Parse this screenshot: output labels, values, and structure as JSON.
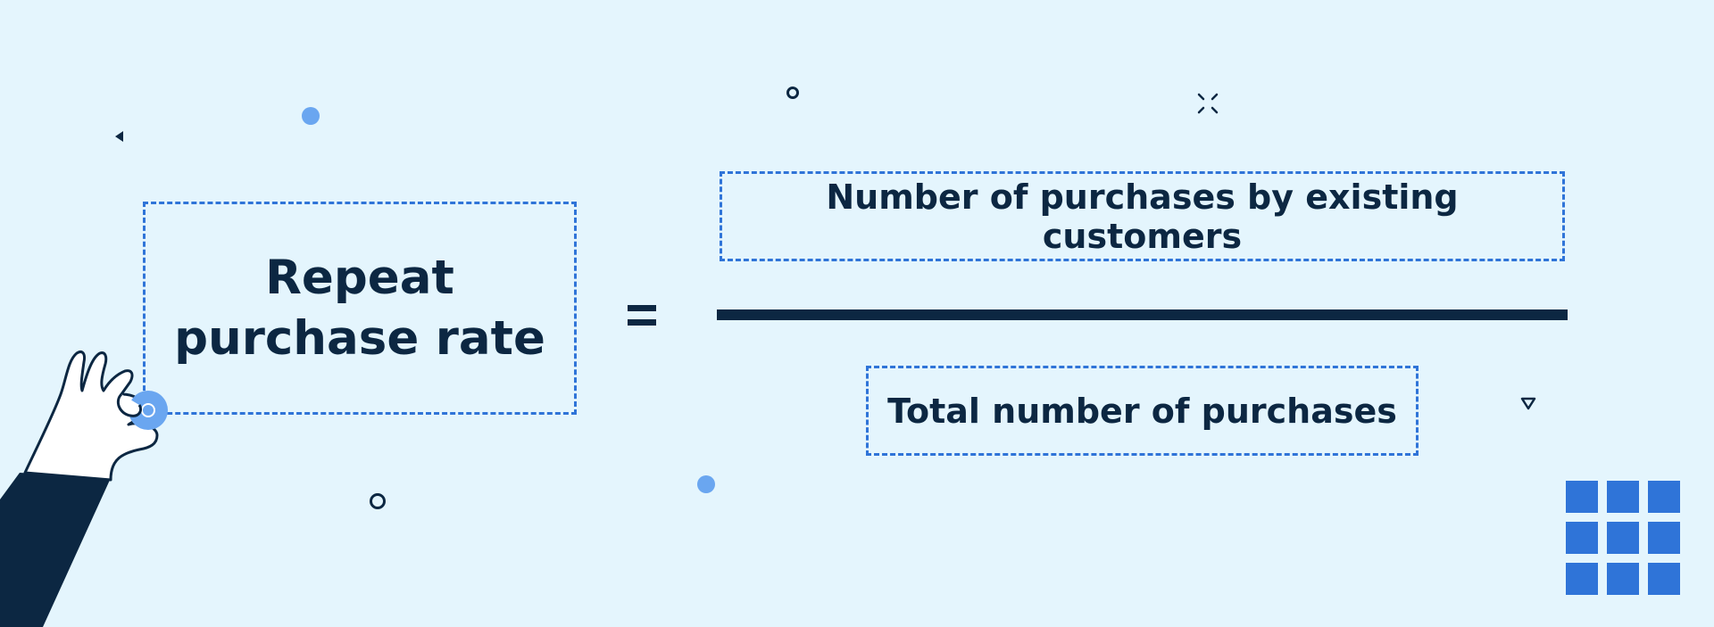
{
  "formula": {
    "lhs": "Repeat\npurchase rate",
    "numerator": "Number of purchases by existing customers",
    "denominator": "Total number of purchases"
  },
  "colors": {
    "background": "#e4f5fd",
    "accent": "#2f74d8",
    "dark": "#0c2742",
    "light_blue": "#6aa6f0"
  },
  "icons": [
    "hand-illustration",
    "grid-icon",
    "sparkle-icon",
    "triangle-icon"
  ]
}
